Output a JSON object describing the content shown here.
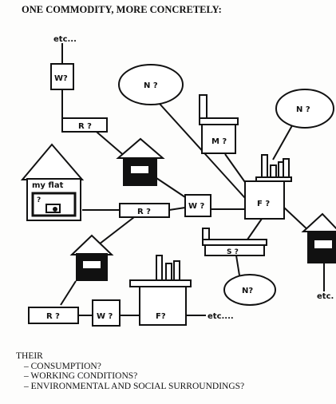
{
  "title": "ONE COMMODITY, MORE CONCRETELY:",
  "labels": {
    "etc_top": "etc...",
    "w_top": "W?",
    "r_top": "R ?",
    "n_top": "N ?",
    "n_right": "N ?",
    "m": "M ?",
    "my_flat": "my flat",
    "flat_q": "?",
    "r_mid": "R ?",
    "w_mid": "W ?",
    "f_mid": "F ?",
    "s": "S ?",
    "n_bottom": "N?",
    "etc_right": "etc.",
    "r_bot": "R ?",
    "w_bot": "W ?",
    "f_bot": "F?",
    "etc_bot": "etc...."
  },
  "caption": {
    "heading": "THEIR",
    "items": [
      "– CONSUMPTION?",
      "– WORKING CONDITIONS?",
      "– ENVIRONMENTAL AND SOCIAL SURROUNDINGS?"
    ]
  }
}
